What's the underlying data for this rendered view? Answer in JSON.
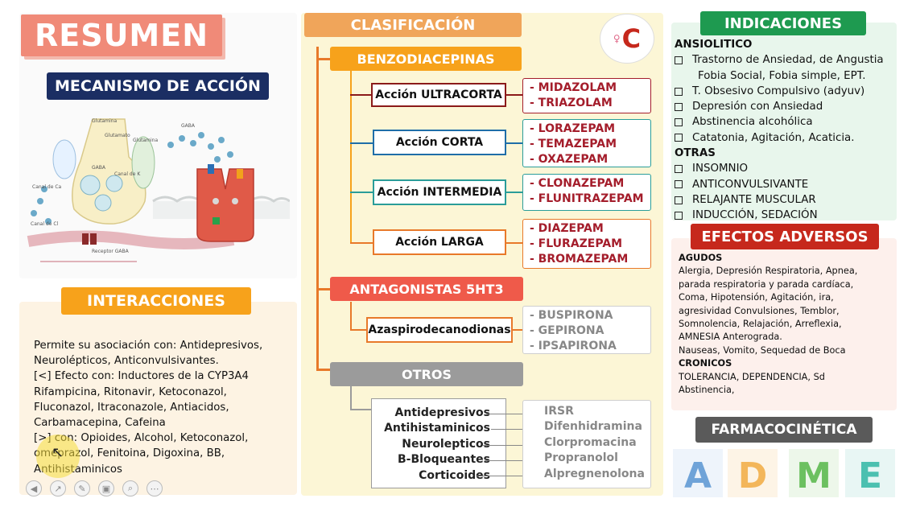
{
  "colors": {
    "resumen": "#f08a78",
    "navy": "#1b2e63",
    "clasificacion": "#f0a55a",
    "benzo": "#f7a21b",
    "ultra": "#8b1a1a",
    "blue": "#1f6ea8",
    "teal": "#2a9d99",
    "orange": "#e8792a",
    "antag": "#ef5a4a",
    "gray": "#9b9b9b",
    "green": "#1e9a50",
    "red": "#c6281c",
    "farma": "#5a5a5a",
    "druglist_red": "#a41d2b",
    "druggray": "#888888"
  },
  "left": {
    "resumen_title": "RESUMEN",
    "mecanismo_title": "MECANISMO DE ACCIÓN",
    "diagram_labels": [
      "Glutamina",
      "Glutamato",
      "GABA",
      "GABA",
      "Canal de Ca",
      "Canal de K",
      "Canal de Cl",
      "Receptor GABA",
      "Glutamina"
    ],
    "interacciones_title": "INTERACCIONES",
    "interacciones_lines": [
      "Permite su asociación con: Antidepresivos,",
      "Neurolépticos, Anticonvulsivantes.",
      "[<] Efecto con: Inductores de la CYP3A4",
      "Rifampicina, Ritonavir, Ketoconazol,",
      "Fluconazol, Itraconazole, Antiacidos,",
      "Carbamacepina, Cafeina",
      "[>] con:  Opioides, Alcohol, Ketoconazol,",
      "omeprazol, Fenitoina, Digoxina, BB,",
      "Antihistaminicos"
    ]
  },
  "center": {
    "clasificacion_title": "CLASIFICACIÓN",
    "benzo_title": "BENZODIACEPINAS",
    "groups": [
      {
        "label": "Acción ULTRACORTA",
        "drugs": [
          "- MIDAZOLAM",
          "- TRIAZOLAM"
        ]
      },
      {
        "label": "Acción CORTA",
        "drugs": [
          "- LORAZEPAM",
          "- TEMAZEPAM",
          "- OXAZEPAM"
        ]
      },
      {
        "label": "Acción INTERMEDIA",
        "drugs": [
          "- CLONAZEPAM",
          "- FLUNITRAZEPAM"
        ]
      },
      {
        "label": "Acción LARGA",
        "drugs": [
          "- DIAZEPAM",
          "- FLURAZEPAM",
          "- BROMAZEPAM"
        ]
      }
    ],
    "antag_title": "ANTAGONISTAS 5HT3",
    "aza_label": "Azaspirodecanodionas",
    "aza_drugs": [
      "- BUSPIRONA",
      "- GEPIRONA",
      "- IPSAPIRONA"
    ],
    "otros_title": "OTROS",
    "otros_classes": [
      "Antidepresivos",
      "Antihistaminicos",
      "Neurolepticos",
      "B-Bloqueantes",
      "Corticoides"
    ],
    "otros_drugs": [
      "IRSR",
      "Difenhidramina",
      "Clorpromacina",
      "Propranolol",
      "Alpregnenolona"
    ],
    "logo_letter": "C"
  },
  "right": {
    "indicaciones_title": "INDICACIONES",
    "ansiolitico_head": "ANSIOLITICO",
    "ansiolitico_items": [
      [
        "Trastorno de Ansiedad, de Angustia",
        "Fobia Social, Fobia simple, EPT."
      ],
      [
        "T. Obsesivo Compulsivo (adyuv)"
      ],
      [
        "Depresión con Ansiedad"
      ],
      [
        "Abstinencia alcohólica"
      ],
      [
        "Catatonia, Agitación, Acaticia."
      ]
    ],
    "otras_head": "OTRAS",
    "otras_items": [
      "INSOMNIO",
      "ANTICONVULSIVANTE",
      "RELAJANTE MUSCULAR",
      "INDUCCIÓN, SEDACIÓN"
    ],
    "efectos_title": "EFECTOS ADVERSOS",
    "agudos_head": "AGUDOS",
    "agudos_lines": [
      "Alergia, Depresión Respiratoria, Apnea,",
      "parada respiratoria y parada cardíaca,",
      "Coma, Hipotensión, Agitación, ira,",
      "agresividad Convulsiones, Temblor,",
      "Somnolencia, Relajación, Arreflexia,",
      "AMNESIA Anterograda.",
      "Nauseas, Vomito, Sequedad de Boca"
    ],
    "cronicos_head": "CRONICOS",
    "cronicos_lines": [
      "TOLERANCIA, DEPENDENCIA, Sd",
      "Abstinencia,"
    ],
    "farma_title": "FARMACOCINÉTICA",
    "adme": [
      "A",
      "D",
      "M",
      "E"
    ]
  }
}
